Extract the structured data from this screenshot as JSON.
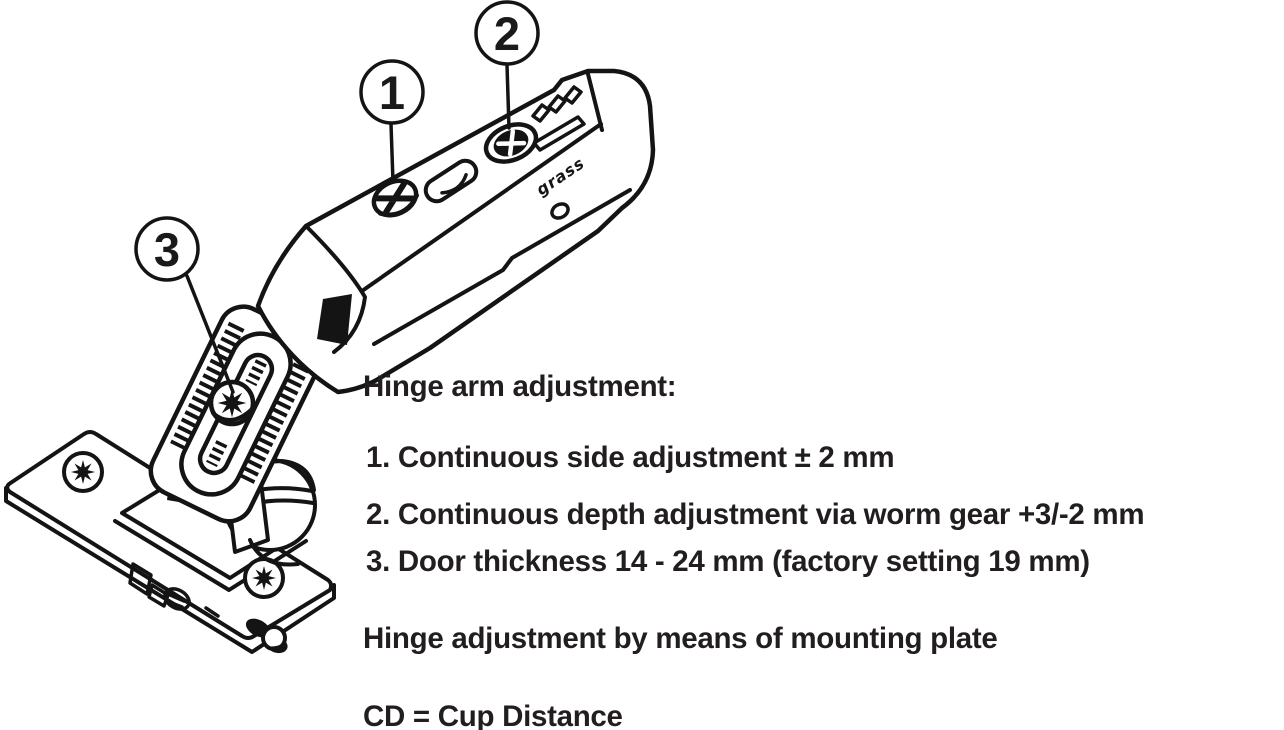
{
  "figure": {
    "callouts": [
      {
        "number": "1"
      },
      {
        "number": "2"
      },
      {
        "number": "3"
      }
    ],
    "brand_marking": "grass"
  },
  "instructions": {
    "heading": "Hinge arm adjustment:",
    "items": [
      "1. Continuous side adjustment ± 2 mm",
      "2. Continuous depth adjustment via worm gear +3/-2 mm",
      "3. Door thickness 14 - 24 mm (factory setting 19 mm)"
    ],
    "note": "Hinge adjustment by means of mounting plate",
    "legend": "CD = Cup Distance"
  },
  "colors": {
    "line": "#141414",
    "text": "#221e1f",
    "background": "#ffffff"
  }
}
